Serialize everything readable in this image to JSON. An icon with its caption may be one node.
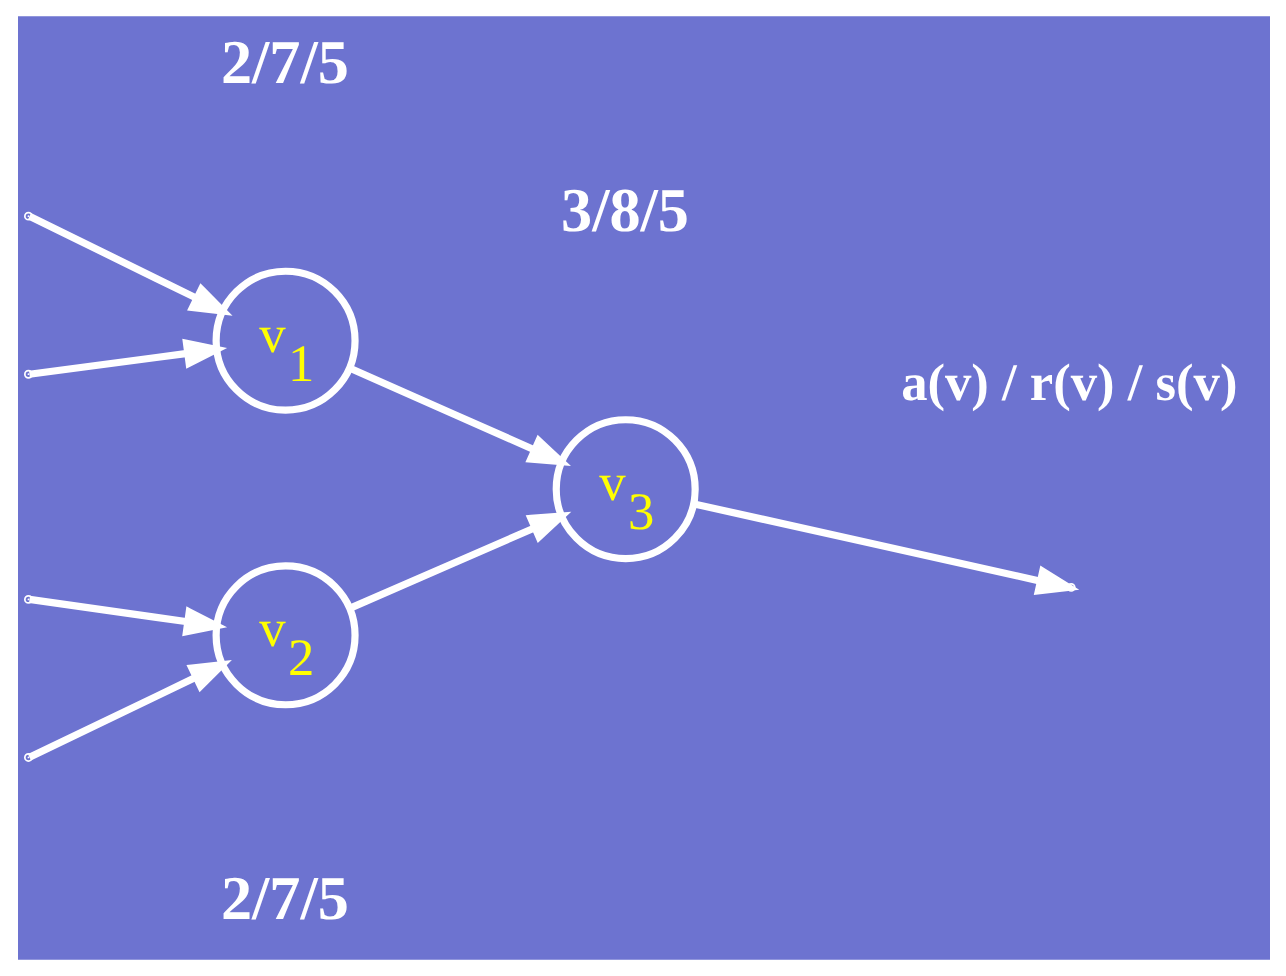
{
  "diagram": {
    "nodes": [
      {
        "text": [
          "v$_{1}$"
        ],
        "beside": [
          "2/7/5"
        ]
      },
      {
        "text": [
          "v$_{2}$"
        ],
        "beside": [
          "2/7/5"
        ]
      },
      {
        "text": [
          "v$_{3}$"
        ],
        "beside": [
          "3/8/5"
        ]
      }
    ],
    "edges": [
      {
        "from": null,
        "to": 0,
        "arrow": "to"
      },
      {
        "from": null,
        "to": 0,
        "arrow": "to"
      },
      {
        "from": null,
        "to": 1,
        "arrow": "to"
      },
      {
        "from": null,
        "to": 1,
        "arrow": "to"
      },
      {
        "from": 0,
        "to": 2,
        "arrow": "to"
      },
      {
        "from": 1,
        "to": 2,
        "arrow": "to"
      },
      {
        "from": 2,
        "to": null,
        "arrow": "to"
      }
    ],
    "labels": [
      "a(v) / r(v) / s(v)"
    ]
  }
}
